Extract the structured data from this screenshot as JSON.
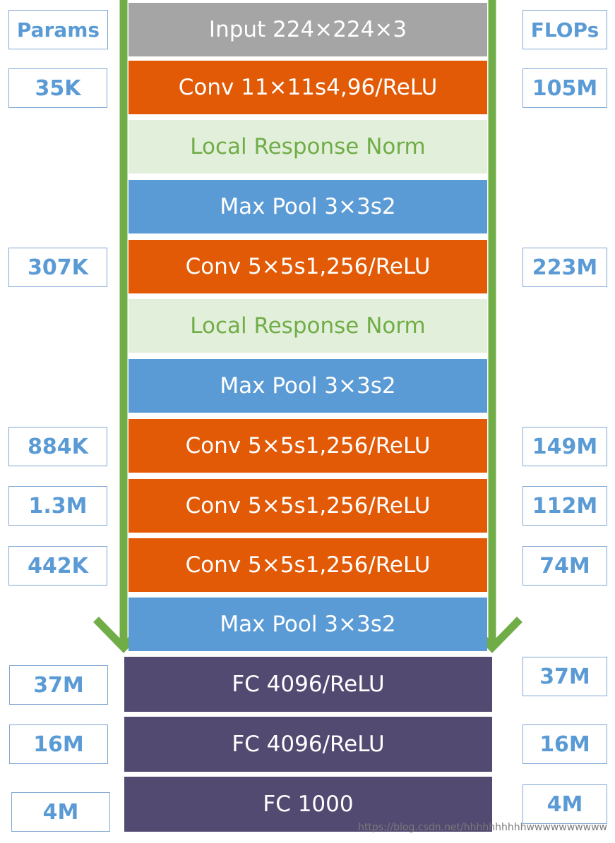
{
  "headers": {
    "params": "Params",
    "flops": "FLOPs"
  },
  "colors": {
    "input": "#a5a5a5",
    "conv": "#e25a06",
    "norm_bg": "#e2efda",
    "norm_text": "#70ad47",
    "pool": "#5b9bd5",
    "fc": "#534a72",
    "arrow": "#70ad47",
    "tag_text": "#5b9bd5"
  },
  "layers": [
    {
      "label": "Input 224×224×3",
      "type": "input",
      "params": "",
      "flops": ""
    },
    {
      "label": "Conv 11×11s4,96/ReLU",
      "type": "conv",
      "params": "35K",
      "flops": "105M"
    },
    {
      "label": "Local Response Norm",
      "type": "norm",
      "params": "",
      "flops": ""
    },
    {
      "label": "Max Pool 3×3s2",
      "type": "pool",
      "params": "",
      "flops": ""
    },
    {
      "label": "Conv 5×5s1,256/ReLU",
      "type": "conv",
      "params": "307K",
      "flops": "223M"
    },
    {
      "label": "Local Response Norm",
      "type": "norm",
      "params": "",
      "flops": ""
    },
    {
      "label": "Max Pool 3×3s2",
      "type": "pool",
      "params": "",
      "flops": ""
    },
    {
      "label": "Conv 5×5s1,256/ReLU",
      "type": "conv",
      "params": "884K",
      "flops": "149M"
    },
    {
      "label": "Conv 5×5s1,256/ReLU",
      "type": "conv",
      "params": "1.3M",
      "flops": "112M"
    },
    {
      "label": "Conv 5×5s1,256/ReLU",
      "type": "conv",
      "params": "442K",
      "flops": "74M"
    },
    {
      "label": "Max Pool 3×3s2",
      "type": "pool",
      "params": "",
      "flops": ""
    },
    {
      "label": "FC 4096/ReLU",
      "type": "fc",
      "params": "37M",
      "flops": "37M"
    },
    {
      "label": "FC 4096/ReLU",
      "type": "fc",
      "params": "16M",
      "flops": "16M"
    },
    {
      "label": "FC 1000",
      "type": "fc",
      "params": "4M",
      "flops": "4M"
    }
  ],
  "watermark": "https://blog.csdn.net/hhhhhhhhhhwwwwwwwwww"
}
